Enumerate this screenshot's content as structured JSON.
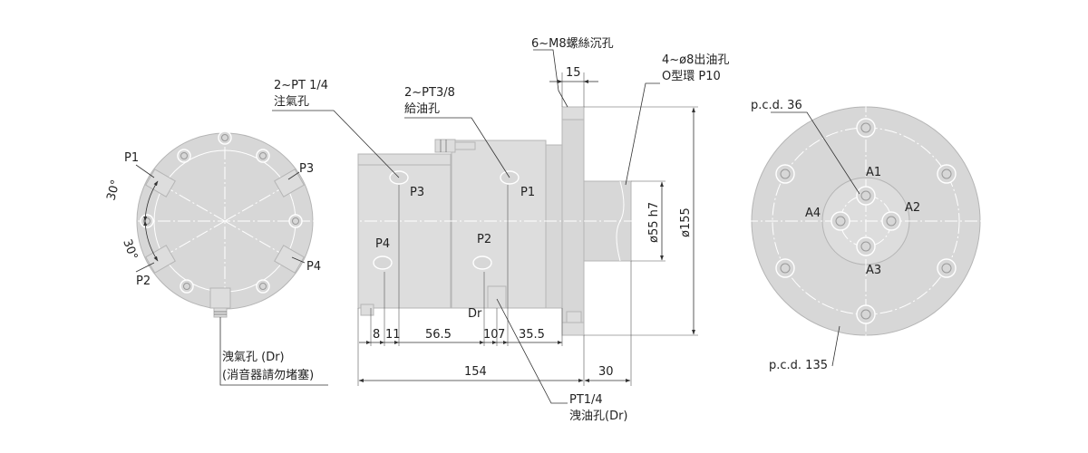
{
  "labels": {
    "left_view": {
      "p1": "P1",
      "p2": "P2",
      "p3": "P3",
      "p4": "P4",
      "angle_top": "30°",
      "angle_bottom": "30°",
      "exhaust_line1": "洩氣孔 (Dr)",
      "exhaust_line2": "(消音器請勿堵塞)"
    },
    "side_view": {
      "air_port_line1": "2~PT 1/4",
      "air_port_line2": "注氣孔",
      "oil_port_line1": "2~PT3/8",
      "oil_port_line2": "給油孔",
      "screw_holes": "6~M8螺絲沉孔",
      "outlet_line1": "4~ø8出油孔",
      "outlet_line2": "O型環 P10",
      "port_p3": "P3",
      "port_p1": "P1",
      "port_p4": "P4",
      "port_p2": "P2",
      "drain_short": "Dr",
      "drain_line1": "PT1/4",
      "drain_line2": "洩油孔(Dr)"
    },
    "right_view": {
      "pcd_inner": "p.c.d. 36",
      "pcd_outer": "p.c.d. 135",
      "a1": "A1",
      "a2": "A2",
      "a3": "A3",
      "a4": "A4"
    }
  },
  "dimensions": {
    "flange_thickness": "15",
    "spigot_dia": "ø55 h7",
    "flange_dia": "ø155",
    "seg_1": "8",
    "seg_2": "11",
    "seg_3": "56.5",
    "seg_4": "10",
    "seg_5": "7",
    "seg_6": "35.5",
    "body_length": "154",
    "spigot_length": "30"
  },
  "colors": {
    "body": "#d7d7d7",
    "lines": "#333333",
    "highlight": "#ffffff"
  }
}
